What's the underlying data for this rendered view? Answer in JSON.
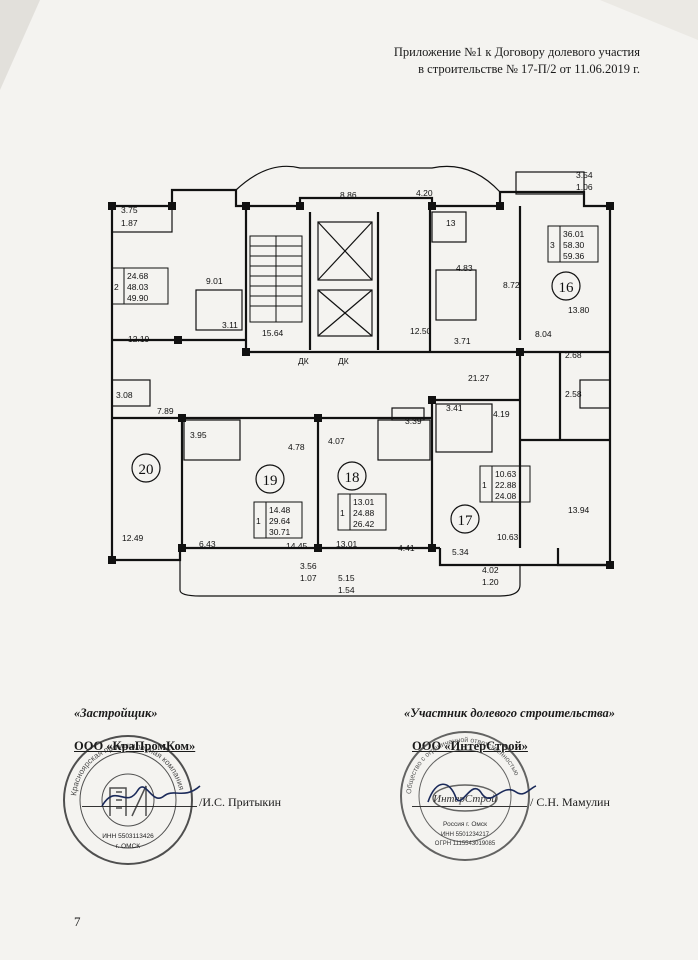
{
  "header": {
    "line1": "Приложение №1 к Договору долевого участия",
    "line2": "в строительстве № 17-П/2 от 11.06.2019 г."
  },
  "plan": {
    "apartments": [
      {
        "number": "20"
      },
      {
        "number": "19"
      },
      {
        "number": "18"
      },
      {
        "number": "17"
      },
      {
        "number": "16"
      }
    ],
    "tables": [
      {
        "rooms": "2",
        "a": "24.68",
        "b": "48.03",
        "c": "49.90"
      },
      {
        "rooms": "3",
        "a": "36.01",
        "b": "58.30",
        "c": "59.36"
      },
      {
        "rooms": "1",
        "a": "14.48",
        "b": "29.64",
        "c": "30.71"
      },
      {
        "rooms": "1",
        "a": "13.01",
        "b": "24.88",
        "c": "26.42"
      },
      {
        "rooms": "1",
        "a": "10.63",
        "b": "22.88",
        "c": "24.08"
      }
    ],
    "labels": [
      "3.75",
      "1.87",
      "8.86",
      "4.20",
      "3.54",
      "1.06",
      "13",
      "9.01",
      "4.83",
      "8.72",
      "12.19",
      "3.11",
      "15.64",
      "12.50",
      "3.71",
      "8.04",
      "13.80",
      "2.68",
      "21.27",
      "3.08",
      "7.89",
      "3.41",
      "4.19",
      "2.58",
      "3.95",
      "4.78",
      "4.07",
      "3.39",
      "12.49",
      "6.43",
      "14.45",
      "13.01",
      "4.41",
      "5.34",
      "10.63",
      "13.94",
      "3.56",
      "1.07",
      "5.15",
      "1.54",
      "4.02",
      "1.20",
      "ДК",
      "ДК"
    ]
  },
  "parties": {
    "developer_title": "«Застройщик»",
    "developer_org": "ООО «КраПромКом»",
    "developer_signer": "/И.С. Притыкин",
    "participant_title": "«Участник долевого строительства»",
    "participant_org": "ООО «ИнтерСтрой»",
    "participant_signer": "/ С.Н. Мамулин"
  },
  "stamps": {
    "left": {
      "outer": "Красноярская промышленная компания",
      "inner": "ИНН 5503113426",
      "city": "г. ОМСК"
    },
    "right": {
      "outer": "Общество с ограниченной ответственностью",
      "inner": "ИнтерСтрой",
      "city": "Россия г. Омск",
      "inn": "ИНН 5501234217",
      "ogrn": "ОГРН 1115543019085"
    }
  },
  "page_number": "7"
}
